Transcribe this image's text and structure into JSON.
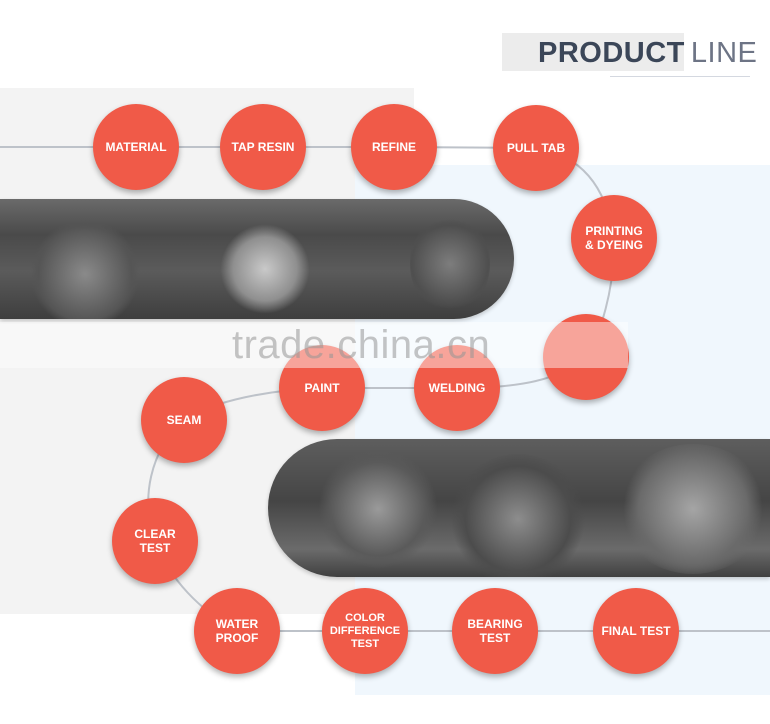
{
  "header": {
    "title_strong": "PRODUCT",
    "title_light": "LINE"
  },
  "watermark": "trade.china.cn",
  "steps": [
    {
      "id": "material",
      "label": "MATERIAL"
    },
    {
      "id": "tap-resin",
      "label": "TAP RESIN"
    },
    {
      "id": "refine",
      "label": "REFINE"
    },
    {
      "id": "pull-tab",
      "label": "PULL TAB"
    },
    {
      "id": "printing-dyeing",
      "label": "PRINTING\n& DYEING"
    },
    {
      "id": "hidden",
      "label": ""
    },
    {
      "id": "welding",
      "label": "WELDING"
    },
    {
      "id": "paint",
      "label": "PAINT"
    },
    {
      "id": "seam",
      "label": "SEAM"
    },
    {
      "id": "clear-test",
      "label": "CLEAR\nTEST"
    },
    {
      "id": "water-proof",
      "label": "WATER\nPROOF"
    },
    {
      "id": "color-difference-test",
      "label": "COLOR\nDIFFERENCE\nTEST"
    },
    {
      "id": "bearing-test",
      "label": "BEARING\nTEST"
    },
    {
      "id": "final-test",
      "label": "FINAL TEST"
    }
  ],
  "colors": {
    "step_fill": "#f05a48",
    "connector": "#bdc2c9",
    "title_strong": "#3b4658",
    "title_light": "#6d7485"
  }
}
